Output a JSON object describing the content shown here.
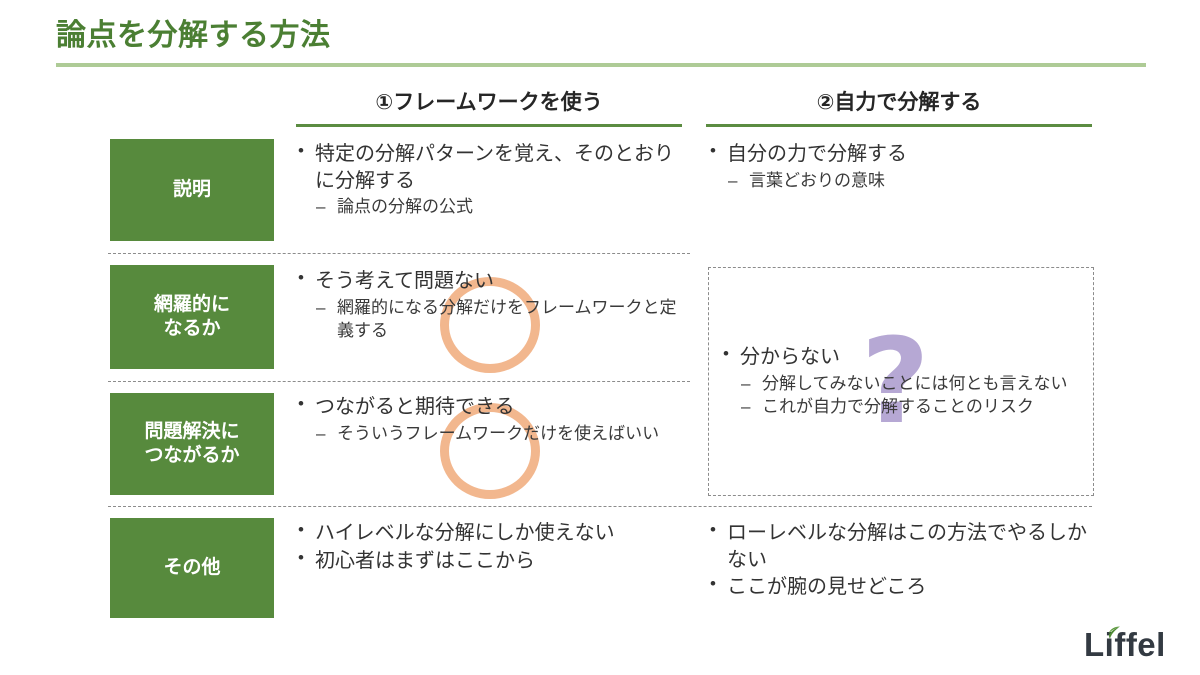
{
  "slide": {
    "title": "論点を分解する方法",
    "accent_green": "#578a3d",
    "title_green": "#4b7f33",
    "rule_green": "#aecb96",
    "circle_orange": "#f2b78e",
    "qmark_purple": "#b6a8d4"
  },
  "columns": [
    {
      "id": "col1",
      "header": "①フレームワークを使う"
    },
    {
      "id": "col2",
      "header": "②自力で分解する"
    }
  ],
  "rows": [
    {
      "label": "説明"
    },
    {
      "label": "網羅的に\nなるか"
    },
    {
      "label": "問題解決に\nつながるか"
    },
    {
      "label": "その他"
    }
  ],
  "cells": {
    "r1c1": {
      "bullets": [
        {
          "text": "特定の分解パターンを覚え、そのとおりに分解する",
          "sub": [
            "論点の分解の公式"
          ]
        }
      ]
    },
    "r2c1": {
      "bullets": [
        {
          "text": "そう考えて問題ない",
          "sub": [
            "網羅的になる分解だけをフレームワークと定義する"
          ]
        }
      ]
    },
    "r3c1": {
      "bullets": [
        {
          "text": "つながると期待できる",
          "sub": [
            "そういうフレームワークだけを使えばいい"
          ]
        }
      ]
    },
    "r4c1": {
      "bullets": [
        {
          "text": "ハイレベルな分解にしか使えない",
          "sub": []
        },
        {
          "text": "初心者はまずはここから",
          "sub": []
        }
      ]
    },
    "r1c2": {
      "bullets": [
        {
          "text": "自分の力で分解する",
          "sub": [
            "言葉どおりの意味"
          ]
        }
      ]
    },
    "merged_c2": {
      "bullets": [
        {
          "text": "分からない",
          "sub": [
            "分解してみないことには何とも言えない",
            "これが自力で分解することのリスク"
          ]
        }
      ],
      "watermark": "?"
    },
    "r4c2": {
      "bullets": [
        {
          "text": "ローレベルな分解はこの方法でやるしかない",
          "sub": []
        },
        {
          "text": "ここが腕の見せどころ",
          "sub": []
        }
      ]
    }
  },
  "logo": {
    "text": "Liffel",
    "leaf_icon": "leaf-icon"
  }
}
